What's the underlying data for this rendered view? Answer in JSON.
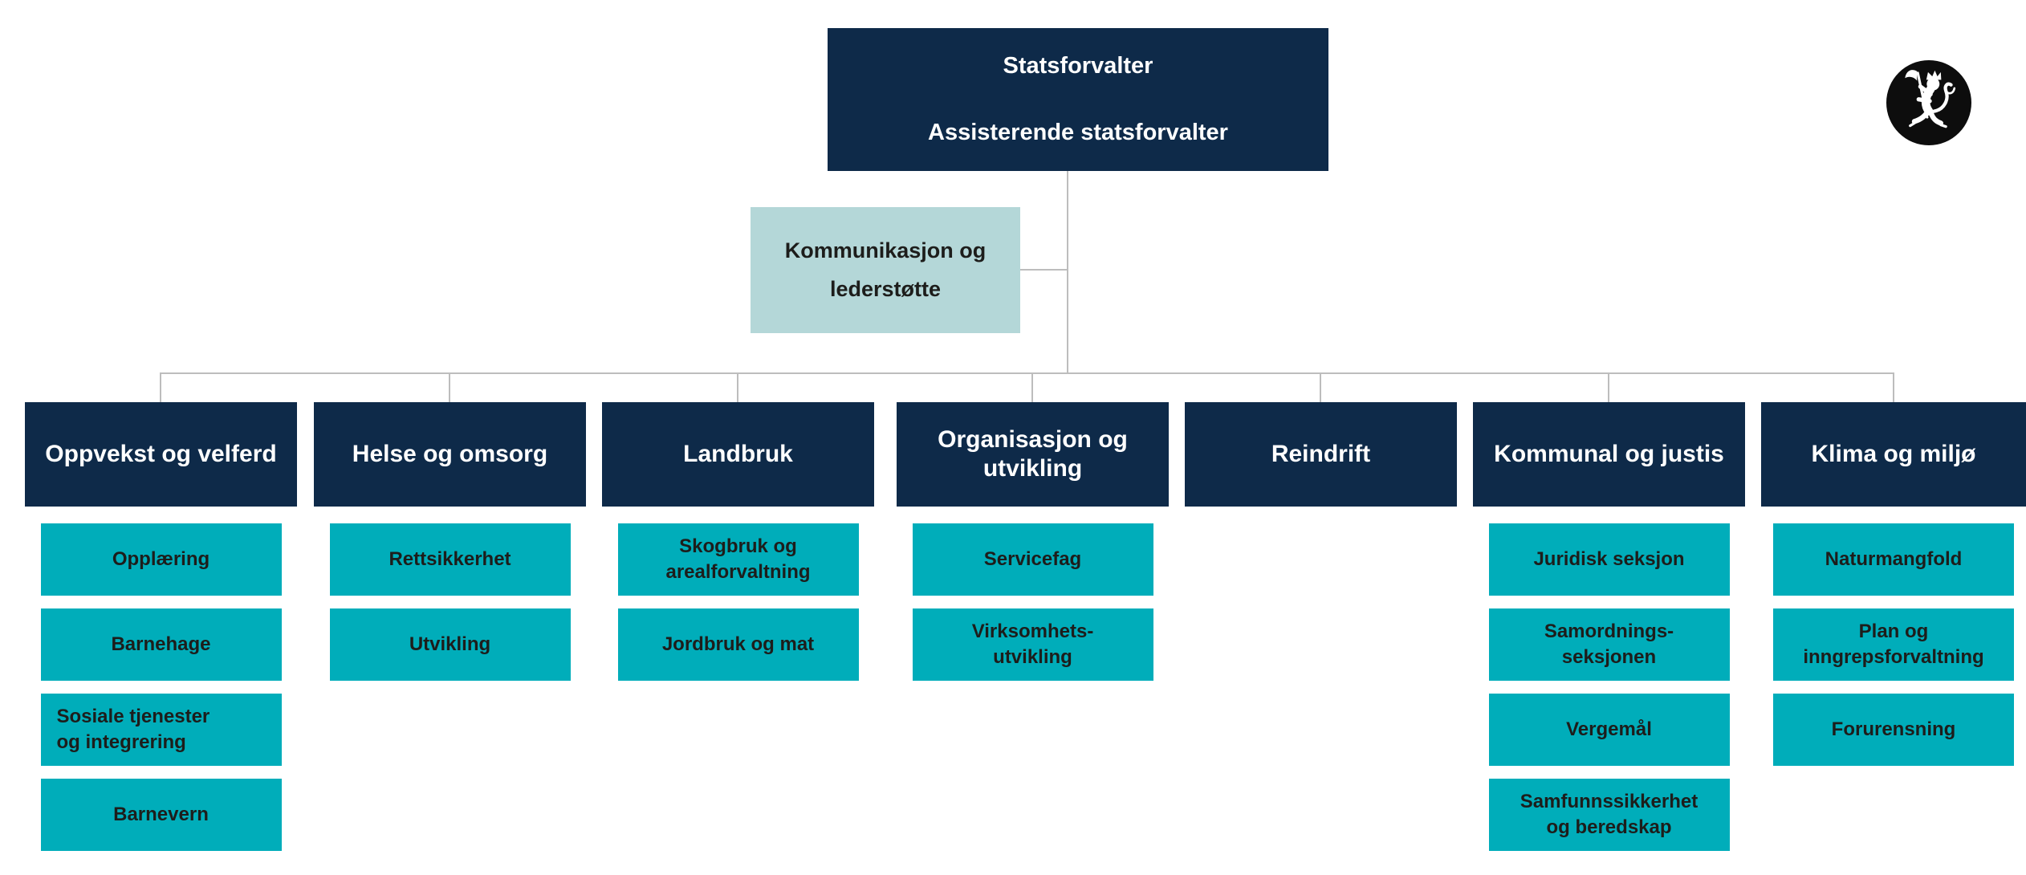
{
  "colors": {
    "navy": "#0e2a49",
    "teal": "#00adba",
    "pale_teal": "#b4d7d8",
    "connector_gray": "#bdbdbd",
    "header_text": "#ffffff",
    "body_text": "#1d1d1b",
    "logo_black": "#0d0d0d"
  },
  "root_box": {
    "title": "Statsforvalter",
    "subtitle": "Assisterende statsforvalter"
  },
  "staff_box": {
    "label": "Kommunikasjon og\nlederstøtte"
  },
  "logo": {
    "icon": "norway-coat-of-arms-lion"
  },
  "departments": [
    {
      "label": "Oppvekst og velferd",
      "sections": [
        "Opplæring",
        "Barnehage",
        "Sosiale tjenester\nog integrering",
        "Barnevern"
      ]
    },
    {
      "label": "Helse og omsorg",
      "sections": [
        "Rettsikkerhet",
        "Utvikling"
      ]
    },
    {
      "label": "Landbruk",
      "sections": [
        "Skogbruk og\narealforvaltning",
        "Jordbruk og mat"
      ]
    },
    {
      "label": "Organisasjon og\nutvikling",
      "sections": [
        "Servicefag",
        "Virksomhets-\nutvikling"
      ]
    },
    {
      "label": "Reindrift",
      "sections": []
    },
    {
      "label": "Kommunal og justis",
      "sections": [
        "Juridisk seksjon",
        "Samordnings-\nseksjonen",
        "Vergemål",
        "Samfunnssikkerhet\nog beredskap"
      ]
    },
    {
      "label": "Klima og miljø",
      "sections": [
        "Naturmangfold",
        "Plan og\ninngrepsforvaltning",
        "Forurensning"
      ]
    }
  ]
}
